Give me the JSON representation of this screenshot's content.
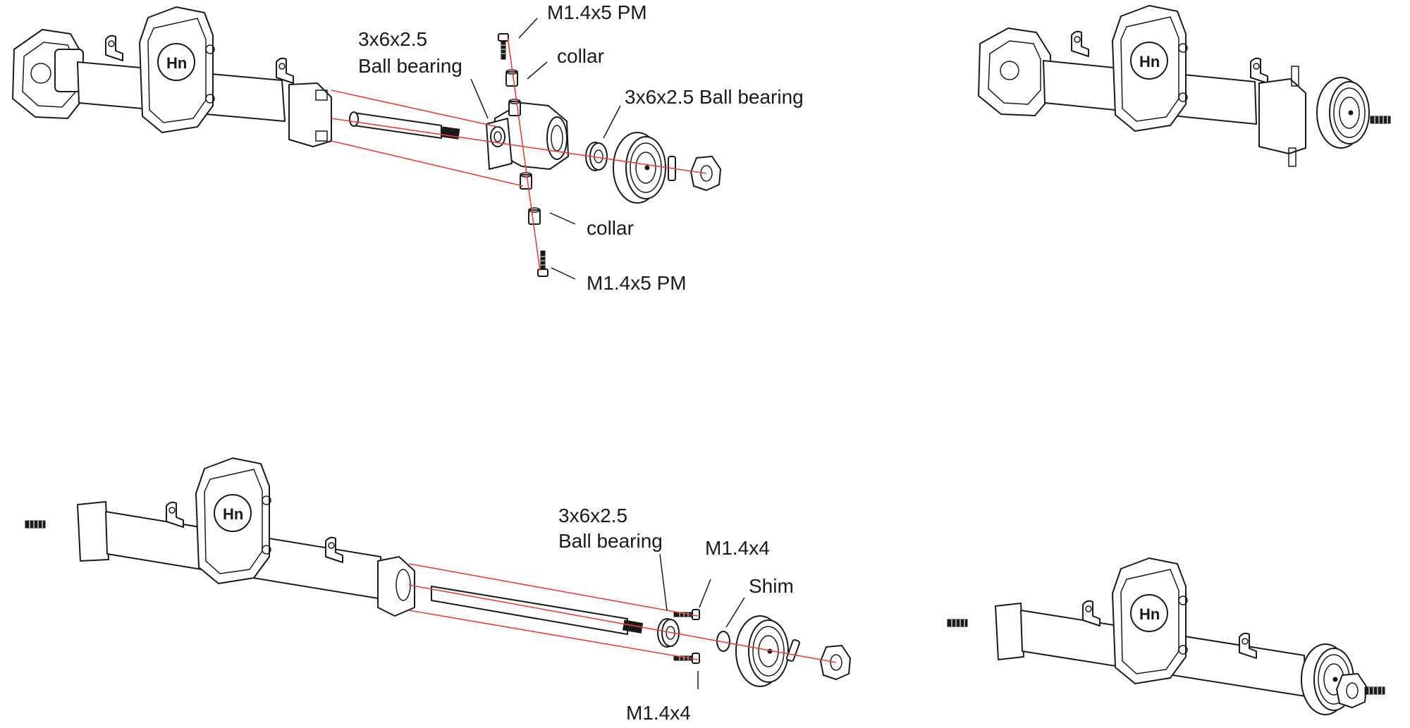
{
  "diagram": {
    "accent_color": "#e0443a",
    "line_color": "#1a1a1a",
    "logo_text": "Hn",
    "labels": {
      "top_screw_upper": "M1.4x5 PM",
      "top_collar_upper": "collar",
      "top_bearing_inner_line1": "3x6x2.5",
      "top_bearing_inner_line2": "Ball bearing",
      "top_bearing_outer": "3x6x2.5 Ball bearing",
      "top_collar_lower": "collar",
      "top_screw_lower": "M1.4x5 PM",
      "bottom_bearing_line1": "3x6x2.5",
      "bottom_bearing_line2": "Ball bearing",
      "bottom_screw_upper": "M1.4x4",
      "bottom_shim": "Shim",
      "bottom_screw_lower": "M1.4x4"
    }
  }
}
